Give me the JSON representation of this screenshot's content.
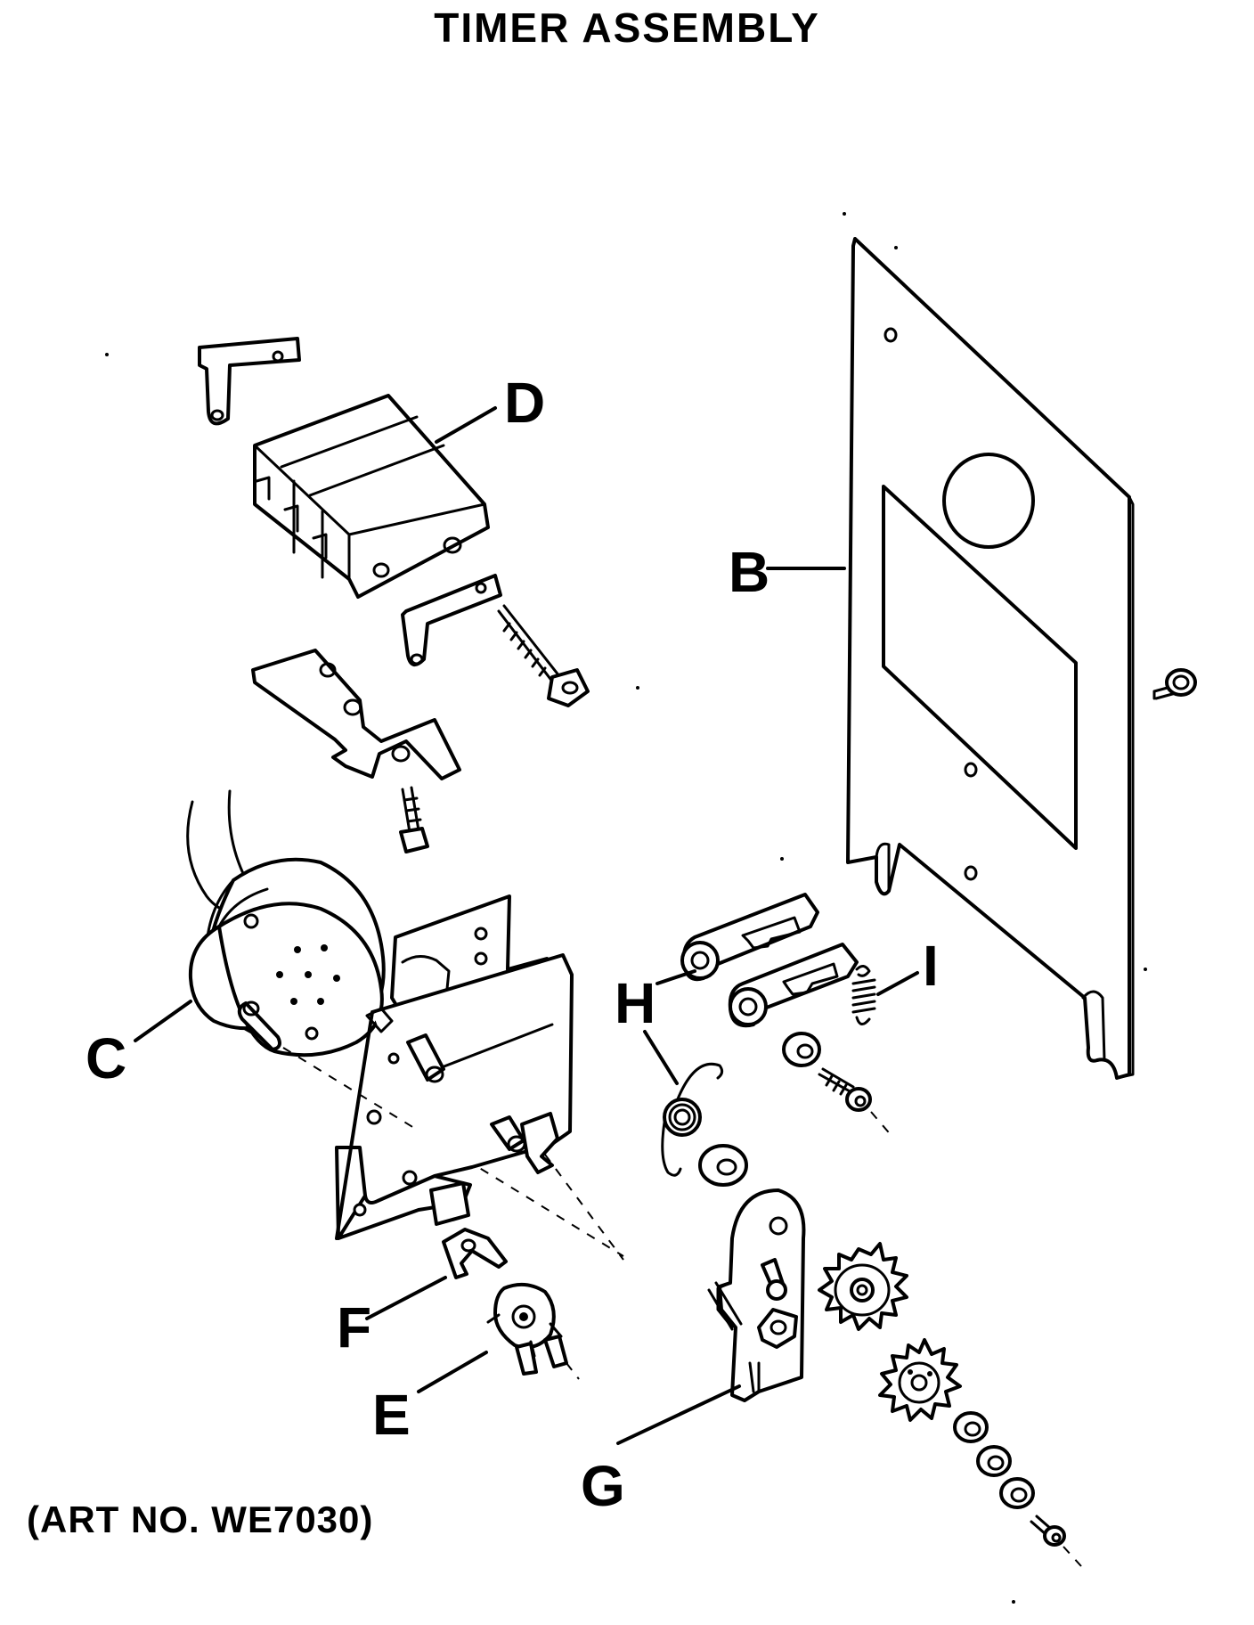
{
  "title": "TIMER ASSEMBLY",
  "art_number": "(ART NO. WE7030)",
  "callouts": [
    "B",
    "C",
    "D",
    "E",
    "F",
    "G",
    "H",
    "I"
  ],
  "parts": [
    {
      "label": "B",
      "name": "timer-mounting-plate"
    },
    {
      "label": "C",
      "name": "timer-motor"
    },
    {
      "label": "D",
      "name": "switch-block"
    },
    {
      "label": "E",
      "name": "cam-knob"
    },
    {
      "label": "F",
      "name": "clip"
    },
    {
      "label": "G",
      "name": "ratchet-lever"
    },
    {
      "label": "H",
      "name": "torsion-spring"
    },
    {
      "label": "I",
      "name": "extension-spring"
    }
  ]
}
